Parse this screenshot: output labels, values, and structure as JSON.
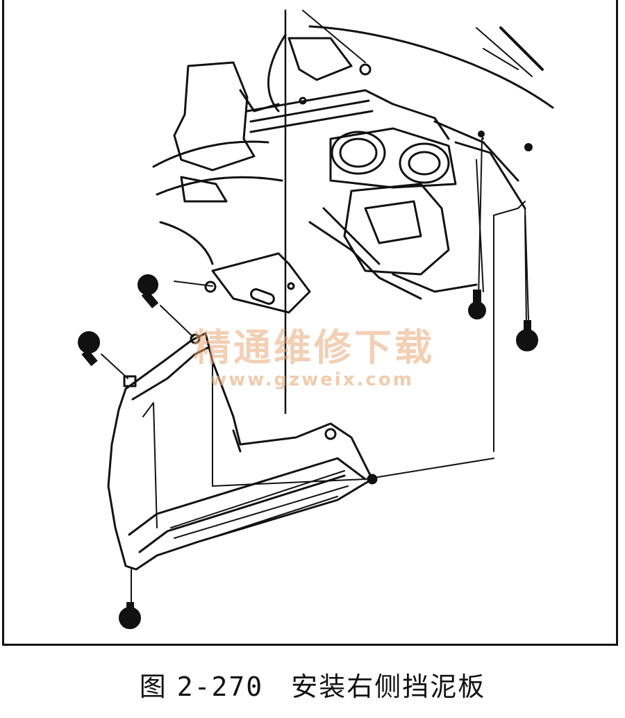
{
  "figure": {
    "caption_label": "图",
    "caption_number": "2-270",
    "caption_title": "安装右侧挡泥板"
  },
  "watermark": {
    "text": "精通维修下载",
    "url": "www.gzweix.com",
    "color": "#e8a878"
  },
  "colors": {
    "line": "#111111",
    "background": "#ffffff"
  }
}
